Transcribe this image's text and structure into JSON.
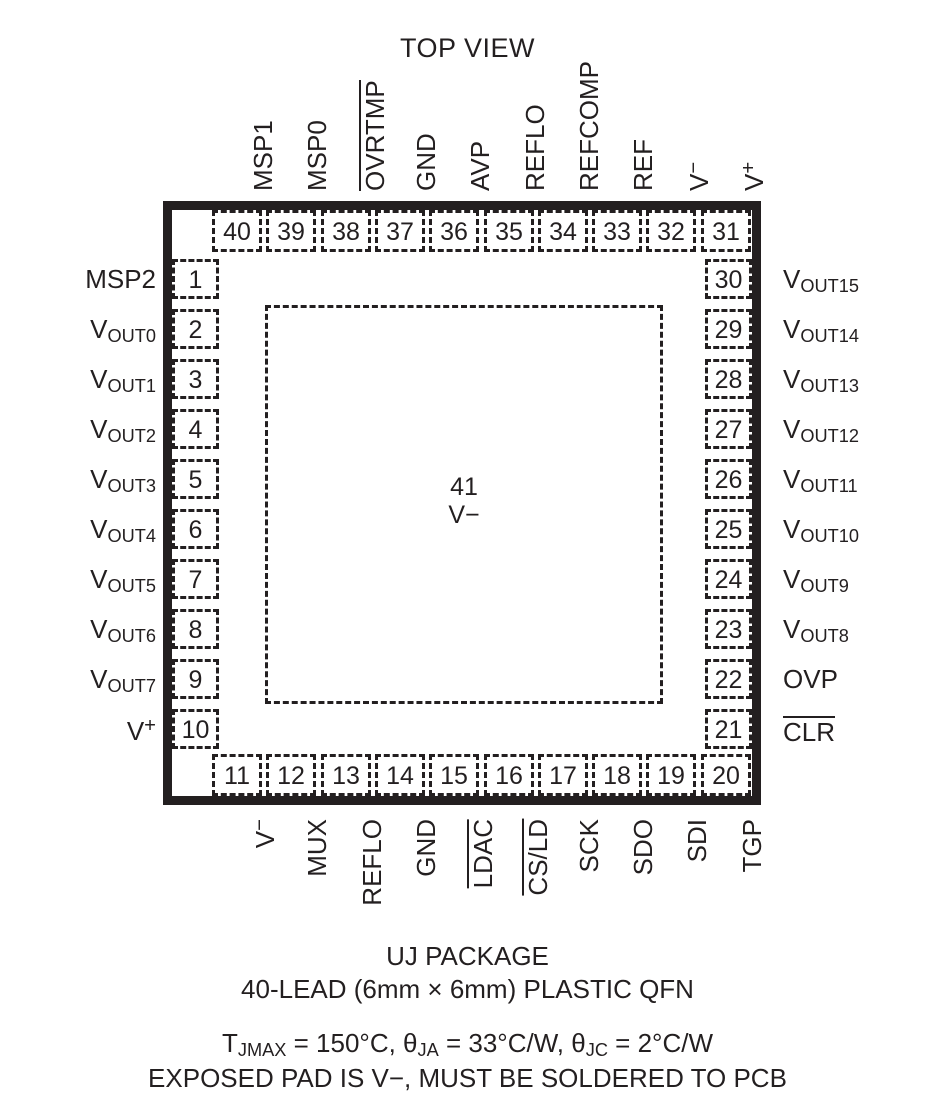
{
  "title": "TOP VIEW",
  "package": {
    "exposed_pad": {
      "number": "41",
      "net": "V−"
    },
    "caption": {
      "line1": "UJ PACKAGE",
      "line2": "40-LEAD (6mm × 6mm) PLASTIC QFN",
      "line3_prefix": "T",
      "line3_sub": "JMAX",
      "line3_mid": " = 150°C, θ",
      "line3_sub2": "JA",
      "line3_mid2": " = 33°C/W, θ",
      "line3_sub3": "JC",
      "line3_end": " = 2°C/W",
      "line4": "EXPOSED PAD IS V−, MUST BE SOLDERED TO PCB"
    }
  },
  "pins": {
    "left": [
      {
        "num": "1",
        "name": "MSP2",
        "base": "MSP2",
        "sub": "",
        "sup": "",
        "overbar": false
      },
      {
        "num": "2",
        "name": "VOUT0",
        "base": "V",
        "sub": "OUT0",
        "sup": "",
        "overbar": false
      },
      {
        "num": "3",
        "name": "VOUT1",
        "base": "V",
        "sub": "OUT1",
        "sup": "",
        "overbar": false
      },
      {
        "num": "4",
        "name": "VOUT2",
        "base": "V",
        "sub": "OUT2",
        "sup": "",
        "overbar": false
      },
      {
        "num": "5",
        "name": "VOUT3",
        "base": "V",
        "sub": "OUT3",
        "sup": "",
        "overbar": false
      },
      {
        "num": "6",
        "name": "VOUT4",
        "base": "V",
        "sub": "OUT4",
        "sup": "",
        "overbar": false
      },
      {
        "num": "7",
        "name": "VOUT5",
        "base": "V",
        "sub": "OUT5",
        "sup": "",
        "overbar": false
      },
      {
        "num": "8",
        "name": "VOUT6",
        "base": "V",
        "sub": "OUT6",
        "sup": "",
        "overbar": false
      },
      {
        "num": "9",
        "name": "VOUT7",
        "base": "V",
        "sub": "OUT7",
        "sup": "",
        "overbar": false
      },
      {
        "num": "10",
        "name": "V+",
        "base": "V",
        "sub": "",
        "sup": "+",
        "overbar": false
      }
    ],
    "bottom": [
      {
        "num": "11",
        "name": "V−",
        "base": "V",
        "sub": "",
        "sup": "−",
        "overbar": false
      },
      {
        "num": "12",
        "name": "MUX",
        "base": "MUX",
        "sub": "",
        "sup": "",
        "overbar": false
      },
      {
        "num": "13",
        "name": "REFLO",
        "base": "REFLO",
        "sub": "",
        "sup": "",
        "overbar": false
      },
      {
        "num": "14",
        "name": "GND",
        "base": "GND",
        "sub": "",
        "sup": "",
        "overbar": false
      },
      {
        "num": "15",
        "name": "LDAC",
        "base": "LDAC",
        "sub": "",
        "sup": "",
        "overbar": true
      },
      {
        "num": "16",
        "name": "CS/LD",
        "base": "CS/LD",
        "sub": "",
        "sup": "",
        "overbar": true
      },
      {
        "num": "17",
        "name": "SCK",
        "base": "SCK",
        "sub": "",
        "sup": "",
        "overbar": false
      },
      {
        "num": "18",
        "name": "SDO",
        "base": "SDO",
        "sub": "",
        "sup": "",
        "overbar": false
      },
      {
        "num": "19",
        "name": "SDI",
        "base": "SDI",
        "sub": "",
        "sup": "",
        "overbar": false
      },
      {
        "num": "20",
        "name": "TGP",
        "base": "TGP",
        "sub": "",
        "sup": "",
        "overbar": false
      }
    ],
    "right": [
      {
        "num": "21",
        "name": "CLR",
        "base": "CLR",
        "sub": "",
        "sup": "",
        "overbar": true
      },
      {
        "num": "22",
        "name": "OVP",
        "base": "OVP",
        "sub": "",
        "sup": "",
        "overbar": false
      },
      {
        "num": "23",
        "name": "VOUT8",
        "base": "V",
        "sub": "OUT8",
        "sup": "",
        "overbar": false
      },
      {
        "num": "24",
        "name": "VOUT9",
        "base": "V",
        "sub": "OUT9",
        "sup": "",
        "overbar": false
      },
      {
        "num": "25",
        "name": "VOUT10",
        "base": "V",
        "sub": "OUT10",
        "sup": "",
        "overbar": false
      },
      {
        "num": "26",
        "name": "VOUT11",
        "base": "V",
        "sub": "OUT11",
        "sup": "",
        "overbar": false
      },
      {
        "num": "27",
        "name": "VOUT12",
        "base": "V",
        "sub": "OUT12",
        "sup": "",
        "overbar": false
      },
      {
        "num": "28",
        "name": "VOUT13",
        "base": "V",
        "sub": "OUT13",
        "sup": "",
        "overbar": false
      },
      {
        "num": "29",
        "name": "VOUT14",
        "base": "V",
        "sub": "OUT14",
        "sup": "",
        "overbar": false
      },
      {
        "num": "30",
        "name": "VOUT15",
        "base": "V",
        "sub": "OUT15",
        "sup": "",
        "overbar": false
      }
    ],
    "top": [
      {
        "num": "31",
        "name": "V+",
        "base": "V",
        "sub": "",
        "sup": "+",
        "overbar": false
      },
      {
        "num": "32",
        "name": "V−",
        "base": "V",
        "sub": "",
        "sup": "−",
        "overbar": false
      },
      {
        "num": "33",
        "name": "REF",
        "base": "REF",
        "sub": "",
        "sup": "",
        "overbar": false
      },
      {
        "num": "34",
        "name": "REFCOMP",
        "base": "REFCOMP",
        "sub": "",
        "sup": "",
        "overbar": false
      },
      {
        "num": "35",
        "name": "REFLO",
        "base": "REFLO",
        "sub": "",
        "sup": "",
        "overbar": false
      },
      {
        "num": "36",
        "name": "AVP",
        "base": "AVP",
        "sub": "",
        "sup": "",
        "overbar": false
      },
      {
        "num": "37",
        "name": "GND",
        "base": "GND",
        "sub": "",
        "sup": "",
        "overbar": false
      },
      {
        "num": "38",
        "name": "OVRTMP",
        "base": "OVRTMP",
        "sub": "",
        "sup": "",
        "overbar": true
      },
      {
        "num": "39",
        "name": "MSP0",
        "base": "MSP0",
        "sub": "",
        "sup": "",
        "overbar": false
      },
      {
        "num": "40",
        "name": "MSP1",
        "base": "MSP1",
        "sub": "",
        "sup": "",
        "overbar": false
      }
    ]
  },
  "colors": {
    "ink": "#231f20",
    "background": "#ffffff"
  }
}
